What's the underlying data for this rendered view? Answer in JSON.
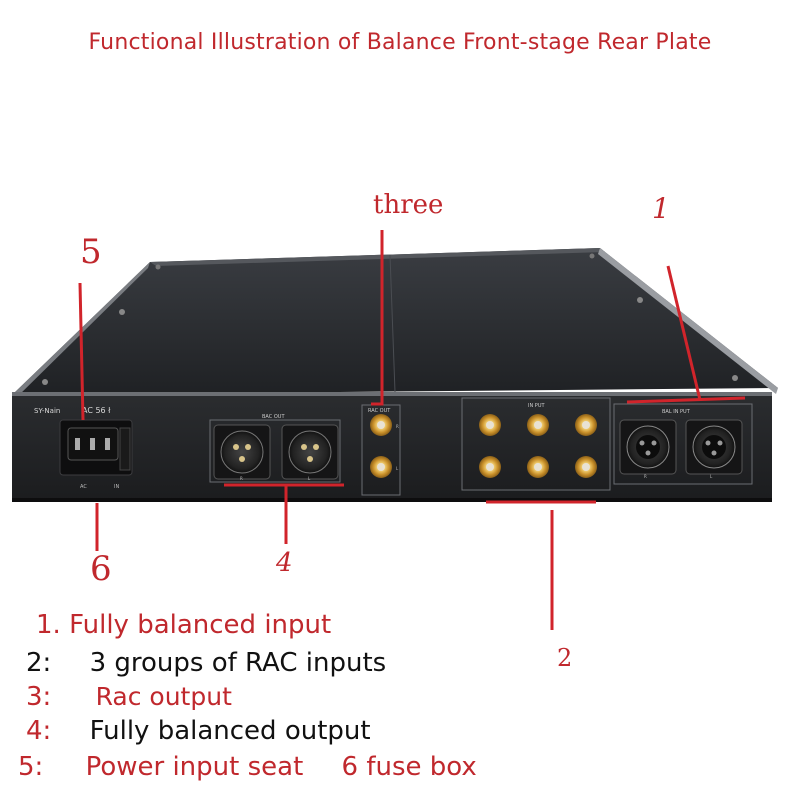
{
  "title": "Functional Illustration of Balance Front-stage Rear Plate",
  "callouts": {
    "three": "three",
    "one": "1",
    "five": "5",
    "six": "6",
    "four": "4",
    "two": "2"
  },
  "panel_labels": {
    "brand": "SY-Nain",
    "ac_model": "AC 56 ł",
    "ac_left": "AC",
    "ac_right": "IN",
    "bal_out": "BAC OUT",
    "bal_out_r": "R",
    "bal_out_l": "L",
    "rca_out": "RAC OUT",
    "rca_out_r": "R",
    "rca_out_l": "L",
    "rca_in": "IN PUT",
    "bal_in": "BAL IN PUT",
    "bal_in_r": "R",
    "bal_in_l": "L"
  },
  "legend": [
    {
      "num": "1.",
      "text": "Fully balanced input"
    },
    {
      "num": "2:",
      "text": "3 groups of RAC inputs"
    },
    {
      "num": "3:",
      "text": "Rac output"
    },
    {
      "num": "4:",
      "text": "Fully balanced output"
    },
    {
      "num": "5:",
      "text": "Power input seat",
      "extra": "6 fuse box"
    }
  ],
  "colors": {
    "accent_red": "#c0282d",
    "chassis": "#2e3033",
    "rca_gold": "#d8a640"
  }
}
